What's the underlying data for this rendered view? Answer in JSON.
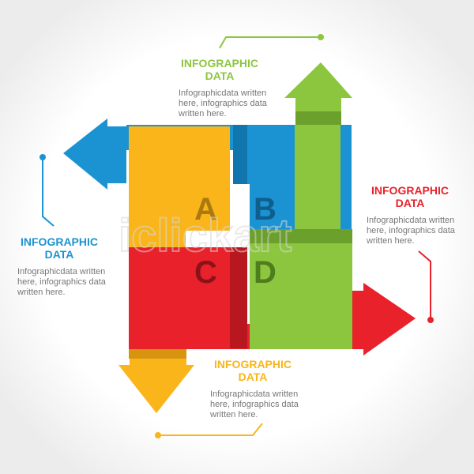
{
  "colors": {
    "green": "#8cc63f",
    "green_dark": "#6aa02b",
    "blue": "#1b93d2",
    "blue_dark": "#1276ae",
    "red": "#e8212b",
    "red_dark": "#b9171f",
    "yellow": "#f9b51a",
    "yellow_dark": "#d8940f",
    "body_text": "#777777"
  },
  "blocks": {
    "a": {
      "letter": "A"
    },
    "b": {
      "letter": "B"
    },
    "c": {
      "letter": "C"
    },
    "d": {
      "letter": "D"
    }
  },
  "callouts": {
    "green": {
      "title_line1": "INFOGRAPHIC",
      "title_line2": "DATA",
      "body_line1": "Infographicdata written",
      "body_line2": "here, infographics data",
      "body_line3": "written here."
    },
    "red": {
      "title_line1": "INFOGRAPHIC",
      "title_line2": "DATA",
      "body_line1": "Infographicdata written",
      "body_line2": "here, infographics data",
      "body_line3": "written here."
    },
    "blue": {
      "title_line1": "INFOGRAPHIC",
      "title_line2": "DATA",
      "body_line1": "Infographicdata written",
      "body_line2": "here, infographics data",
      "body_line3": "written here."
    },
    "yellow": {
      "title_line1": "INFOGRAPHIC",
      "title_line2": "DATA",
      "body_line1": "Infographicdata written",
      "body_line2": "here, infographics data",
      "body_line3": "written here."
    }
  },
  "watermark": {
    "text": "iclickart"
  }
}
